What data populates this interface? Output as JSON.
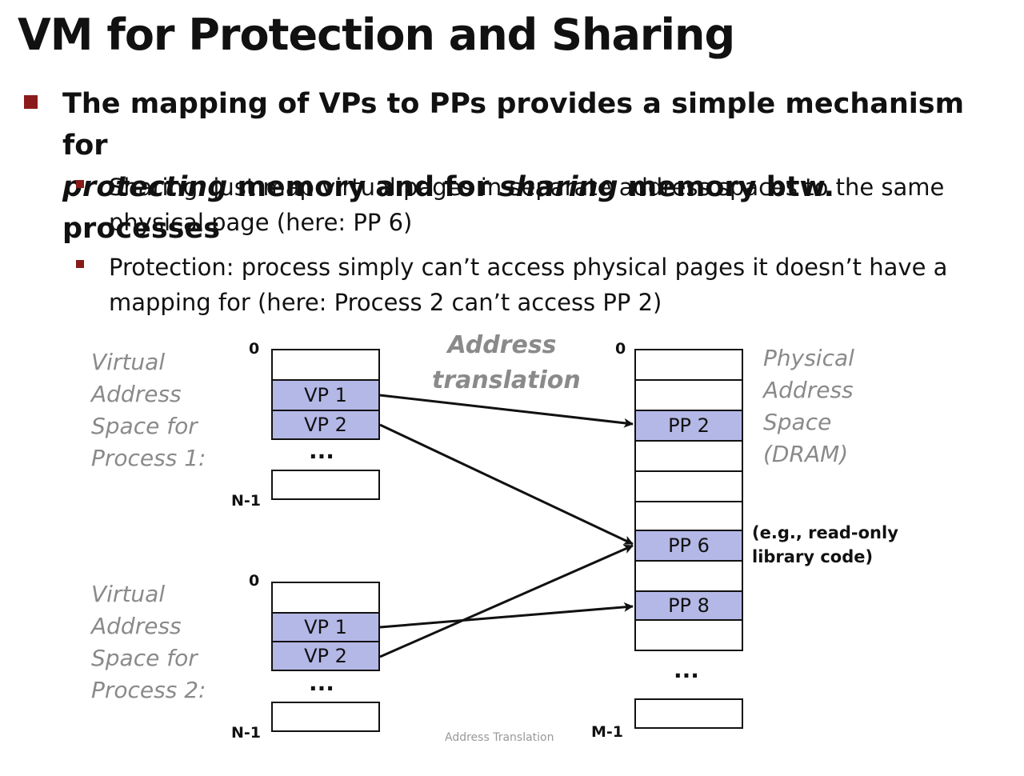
{
  "title": "VM for Protection and Sharing",
  "main_bullet": {
    "line1": "The mapping of VPs to PPs provides a simple mechanism for",
    "line2_pre_em": "protecting",
    "line2_mid": " memory and for ",
    "line2_em": "sharing",
    "line2_post": " memory btw. processes"
  },
  "sub_bullets": [
    "Sharing: just map virtual pages in separate address spaces to the same physical page (here: PP 6)",
    "Protection: process simply can’t access physical pages it doesn’t have a mapping for (here: Process 2 can’t access PP 2)"
  ],
  "diagram": {
    "process1_label": [
      "Virtual",
      "Address",
      "Space for",
      "Process 1:"
    ],
    "process2_label": [
      "Virtual",
      "Address",
      "Space for",
      "Process 2:"
    ],
    "physical_label": [
      "Physical",
      "Address",
      "Space",
      "(DRAM)"
    ],
    "translation_label": [
      "Address",
      "translation"
    ],
    "zero": "0",
    "n_minus_1": "N-1",
    "m_minus_1": "M-1",
    "ellipsis": "...",
    "vp1": "VP 1",
    "vp2": "VP 2",
    "pp2": "PP 2",
    "pp6": "PP 6",
    "pp8": "PP 8",
    "note": [
      "(e.g., read-only",
      "library code)"
    ],
    "colors": {
      "page_fill": "#b4b8e6",
      "bullet": "#8b1a1a",
      "label_gray": "#8a8a8a"
    }
  },
  "footer": "Address Translation"
}
